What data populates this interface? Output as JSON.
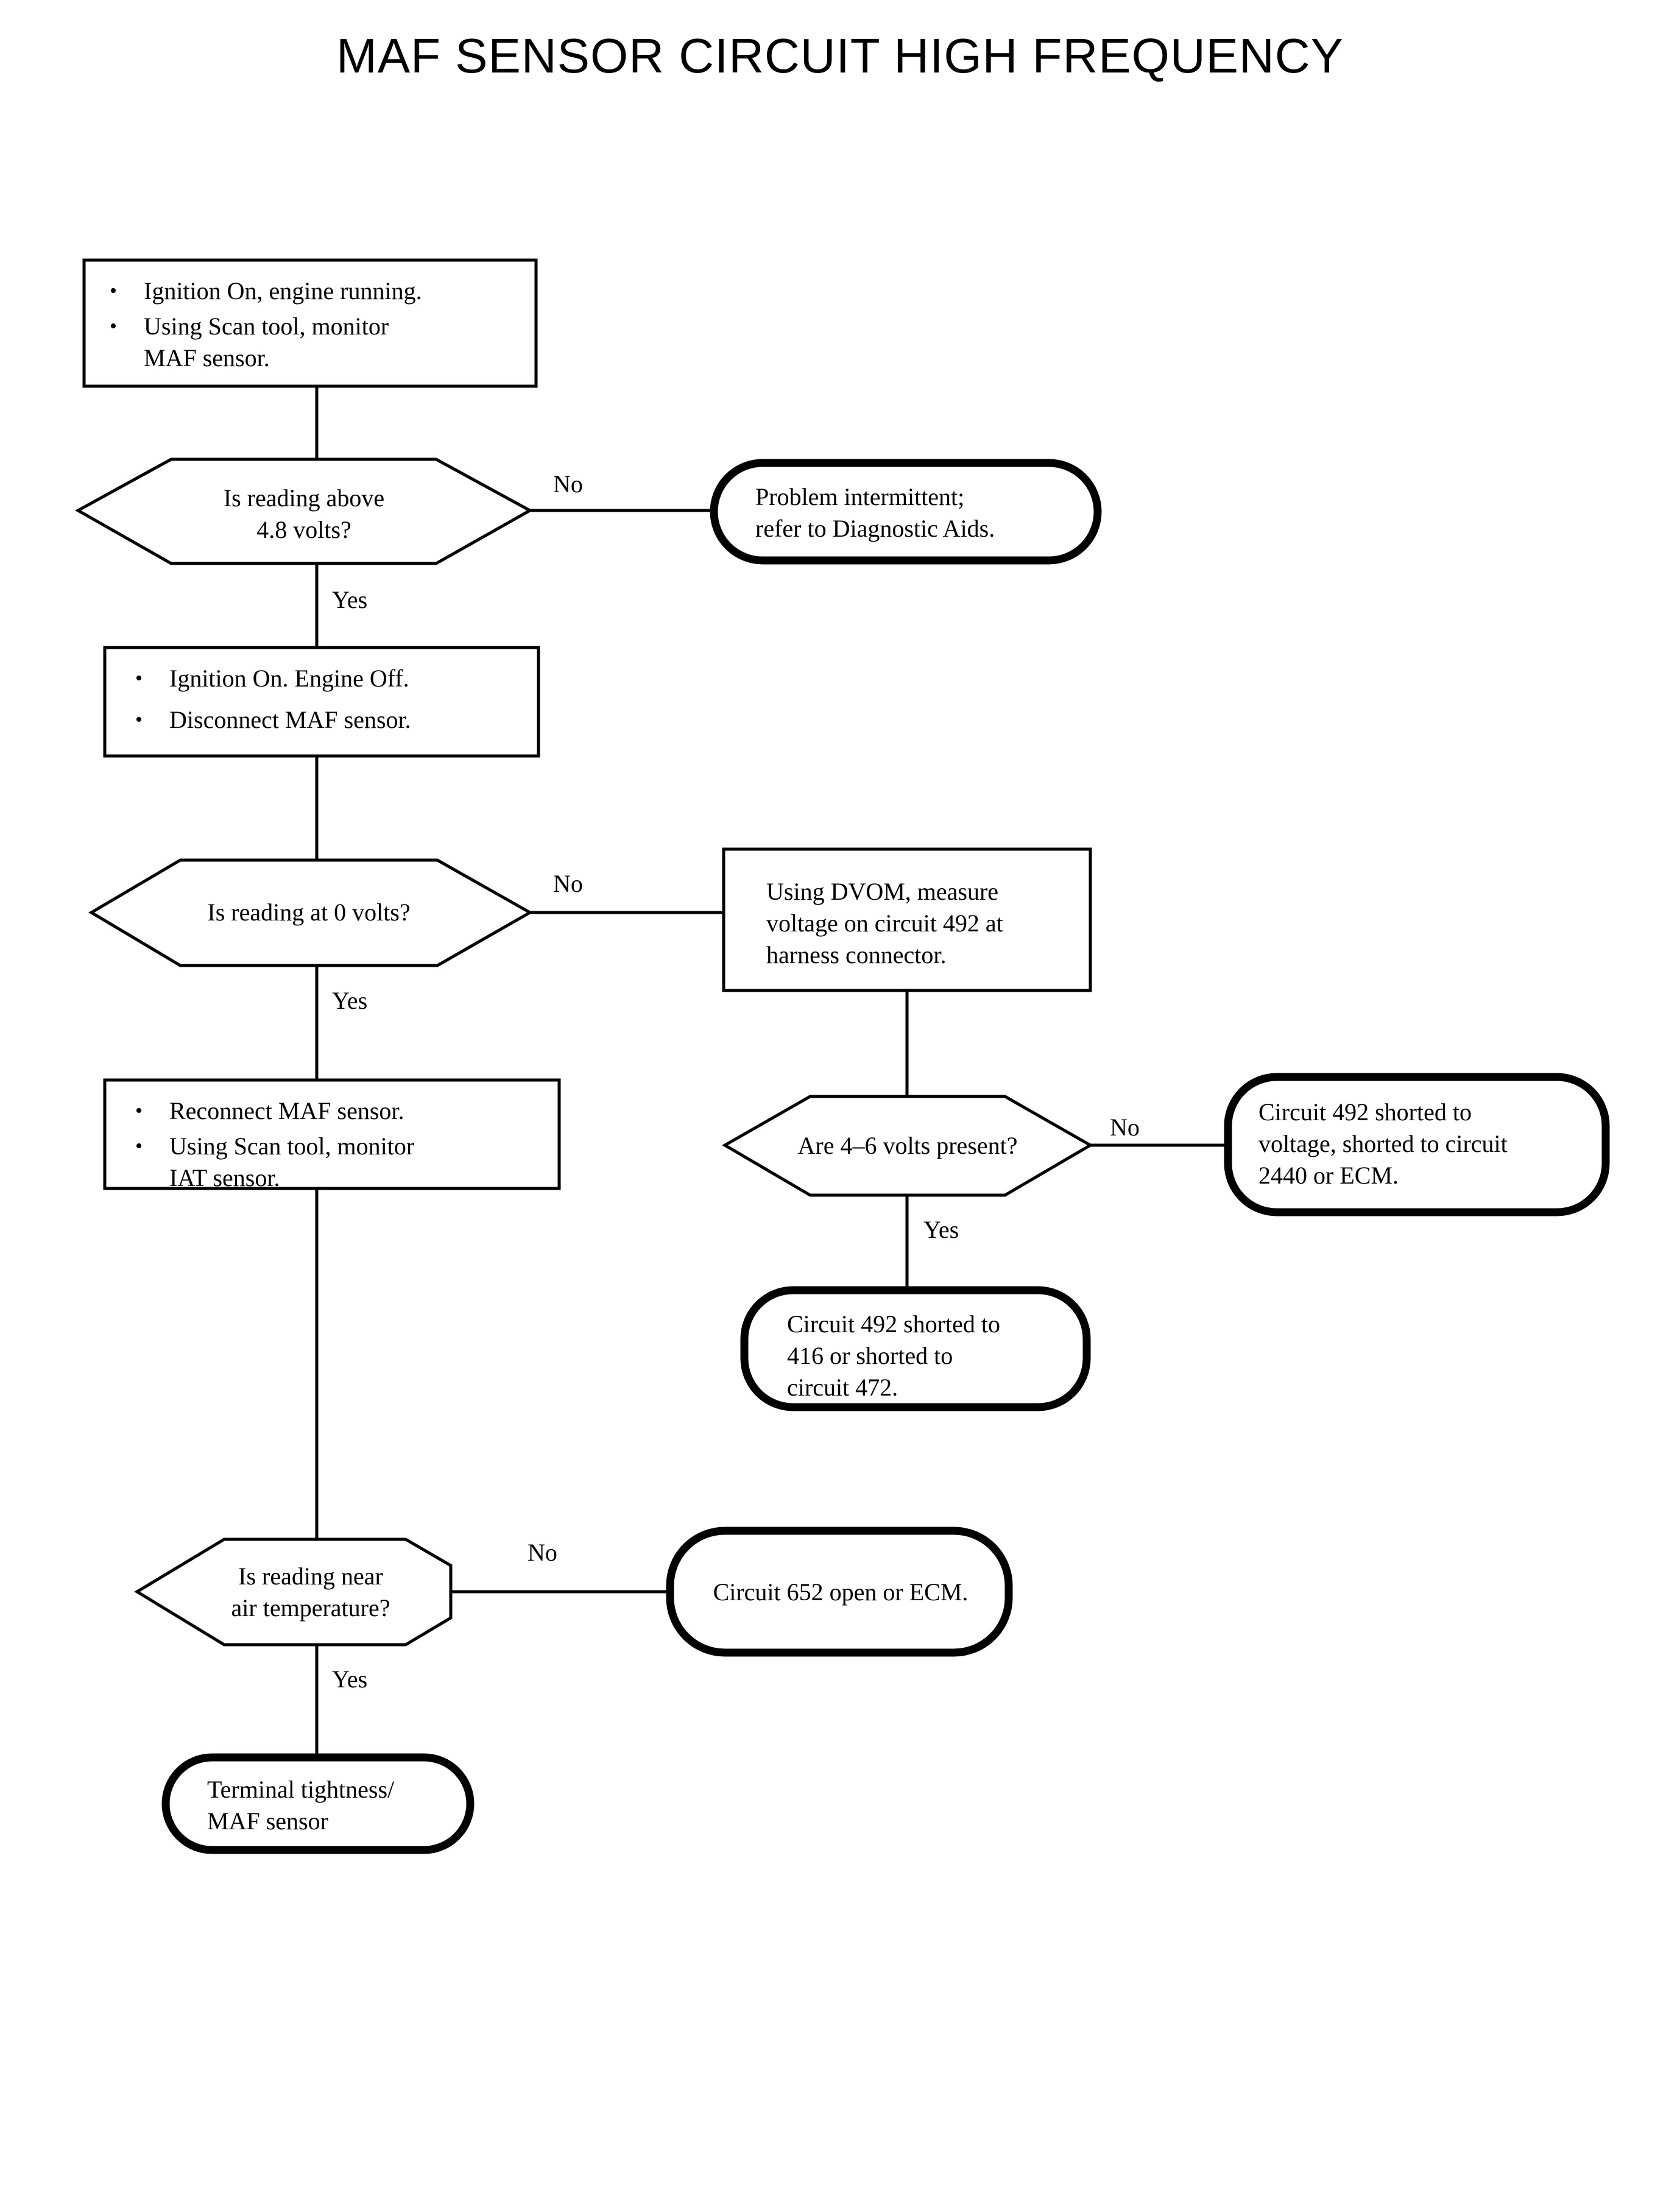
{
  "title": "MAF SENSOR CIRCUIT HIGH FREQUENCY",
  "colors": {
    "background": "#ffffff",
    "stroke": "#000000",
    "text": "#000000"
  },
  "chart_data": {
    "type": "flowchart",
    "title": "MAF SENSOR CIRCUIT HIGH FREQUENCY",
    "nodes": [
      {
        "id": "n1",
        "shape": "process",
        "lines": [
          "Ignition On, engine running.",
          "Using Scan tool, monitor\nMAF sensor."
        ]
      },
      {
        "id": "d1",
        "shape": "decision",
        "text": "Is reading above\n4.8 volts?"
      },
      {
        "id": "t1",
        "shape": "terminator",
        "text": "Problem intermittent;\nrefer to Diagnostic Aids."
      },
      {
        "id": "n2",
        "shape": "process",
        "lines": [
          "Ignition On. Engine Off.",
          "Disconnect MAF sensor."
        ]
      },
      {
        "id": "d2",
        "shape": "decision",
        "text": "Is reading at 0 volts?"
      },
      {
        "id": "n3",
        "shape": "process",
        "text": "Using DVOM, measure\nvoltage on circuit 492 at\nharness connector."
      },
      {
        "id": "n4",
        "shape": "process",
        "lines": [
          "Reconnect MAF sensor.",
          "Using Scan tool, monitor\nIAT sensor."
        ]
      },
      {
        "id": "d3",
        "shape": "decision",
        "text": "Are 4–6 volts present?"
      },
      {
        "id": "t2",
        "shape": "terminator",
        "text": "Circuit 492 shorted to\nvoltage, shorted to circuit\n2440 or ECM."
      },
      {
        "id": "t3",
        "shape": "terminator",
        "text": "Circuit 492 shorted to\n416 or shorted to\ncircuit 472."
      },
      {
        "id": "d4",
        "shape": "decision",
        "text": "Is reading near\nair temperature?"
      },
      {
        "id": "t4",
        "shape": "terminator",
        "text": "Circuit 652 open or ECM."
      },
      {
        "id": "t5",
        "shape": "terminator",
        "text": "Terminal tightness/\nMAF sensor"
      }
    ],
    "edges": [
      {
        "from": "n1",
        "to": "d1",
        "label": ""
      },
      {
        "from": "d1",
        "to": "t1",
        "label": "No"
      },
      {
        "from": "d1",
        "to": "n2",
        "label": "Yes"
      },
      {
        "from": "n2",
        "to": "d2",
        "label": ""
      },
      {
        "from": "d2",
        "to": "n3",
        "label": "No"
      },
      {
        "from": "d2",
        "to": "n4",
        "label": "Yes"
      },
      {
        "from": "n3",
        "to": "d3",
        "label": ""
      },
      {
        "from": "d3",
        "to": "t2",
        "label": "No"
      },
      {
        "from": "d3",
        "to": "t3",
        "label": "Yes"
      },
      {
        "from": "n4",
        "to": "d4",
        "label": ""
      },
      {
        "from": "d4",
        "to": "t4",
        "label": "No"
      },
      {
        "from": "d4",
        "to": "t5",
        "label": "Yes"
      }
    ]
  },
  "nodes": {
    "step1": {
      "bullet1": "Ignition On, engine running.",
      "bullet2": "Using Scan tool, monitor\nMAF sensor."
    },
    "decision1": {
      "text": "Is reading above\n4.8 volts?"
    },
    "terminator1": {
      "text": "Problem intermittent;\nrefer to Diagnostic Aids."
    },
    "step2": {
      "bullet1": "Ignition On. Engine Off.",
      "bullet2": "Disconnect MAF sensor."
    },
    "decision2": {
      "text": "Is reading at 0 volts?"
    },
    "step3": {
      "text": "Using DVOM, measure\nvoltage on circuit 492 at\nharness connector."
    },
    "step4": {
      "bullet1": "Reconnect MAF sensor.",
      "bullet2": "Using Scan tool, monitor\nIAT sensor."
    },
    "decision3": {
      "text": "Are 4–6 volts present?"
    },
    "terminator2": {
      "text": "Circuit 492 shorted to\nvoltage, shorted to circuit\n2440 or ECM."
    },
    "terminator3": {
      "text": "Circuit 492 shorted to\n416 or shorted to\ncircuit 472."
    },
    "decision4": {
      "text": "Is reading near\nair temperature?"
    },
    "terminator4": {
      "text": "Circuit 652 open or ECM."
    },
    "terminator5": {
      "text": "Terminal tightness/\nMAF sensor"
    }
  },
  "edge_labels": {
    "d1_no": "No",
    "d1_yes": "Yes",
    "d2_no": "No",
    "d2_yes": "Yes",
    "d3_no": "No",
    "d3_yes": "Yes",
    "d4_no": "No",
    "d4_yes": "Yes"
  },
  "bullet_glyph": "•"
}
